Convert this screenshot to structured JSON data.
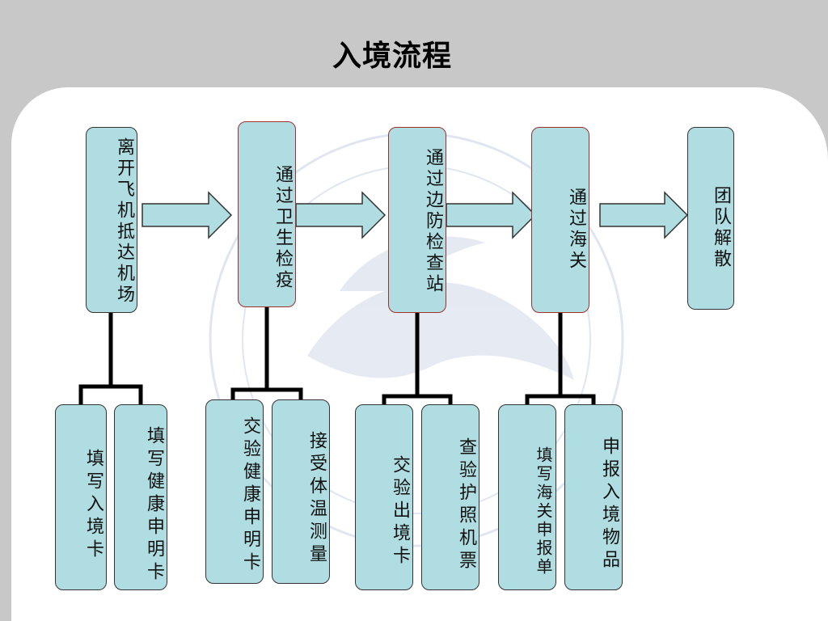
{
  "title": "入境流程",
  "steps": [
    {
      "label": "离开飞机抵达机场"
    },
    {
      "label": "通过卫生检疫"
    },
    {
      "label": "通过边防检查站"
    },
    {
      "label": "通过海关"
    },
    {
      "label": "团队解散"
    }
  ],
  "substeps": [
    {
      "label": "填写入境卡"
    },
    {
      "label": "填写健康申明卡"
    },
    {
      "label": "交验健康申明卡"
    },
    {
      "label": "接受体温测量"
    },
    {
      "label": "交验出境卡"
    },
    {
      "label": "查验护照机票"
    },
    {
      "label": "填写海关申报单"
    },
    {
      "label": "申报入境物品"
    }
  ],
  "colors": {
    "box_fill": "#b0dde2",
    "background": "#c8c8c8"
  }
}
